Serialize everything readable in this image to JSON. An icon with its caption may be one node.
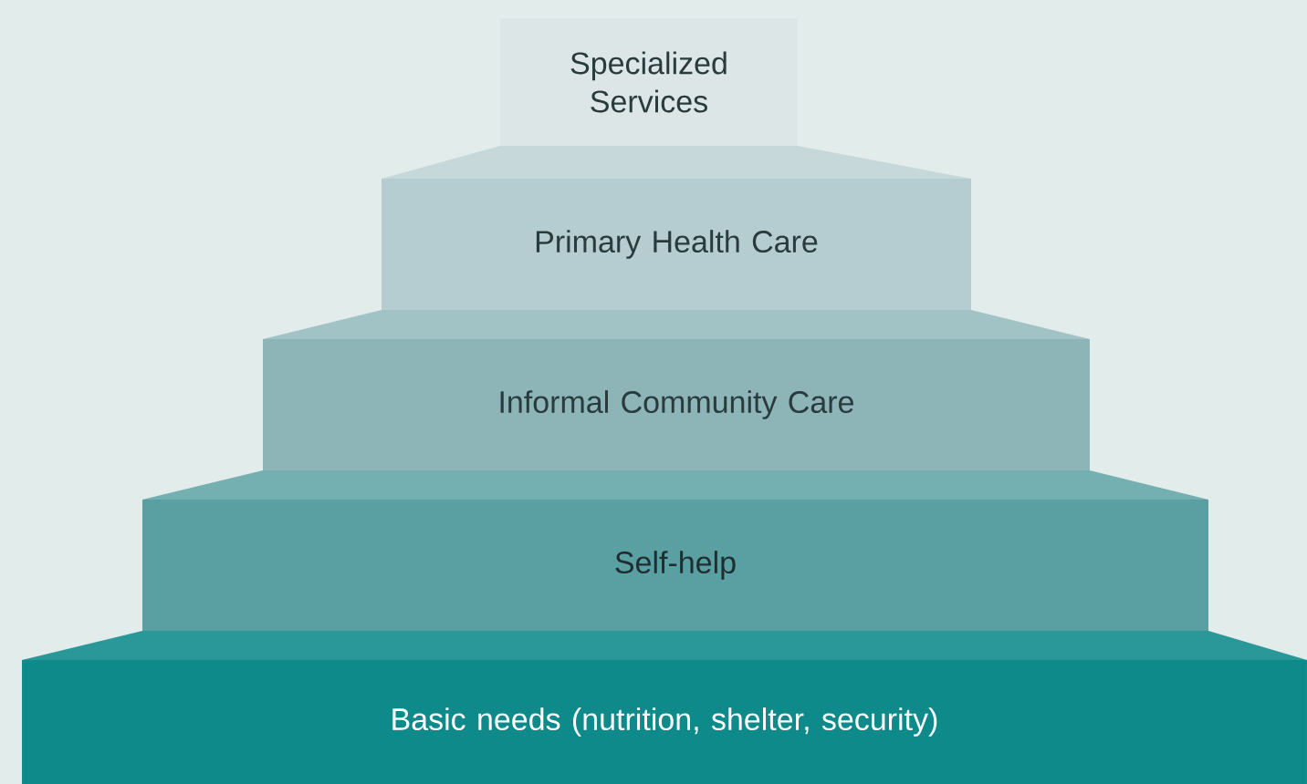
{
  "diagram": {
    "nodes": [
      {
        "text": [
          "Specialized Services"
        ]
      },
      {
        "text": [
          "Primary Health Care"
        ]
      },
      {
        "text": [
          "Informal Community Care"
        ]
      },
      {
        "text": [
          "Self-help"
        ]
      },
      {
        "text": [
          "Basic needs (nutrition, shelter, security)"
        ]
      }
    ]
  }
}
